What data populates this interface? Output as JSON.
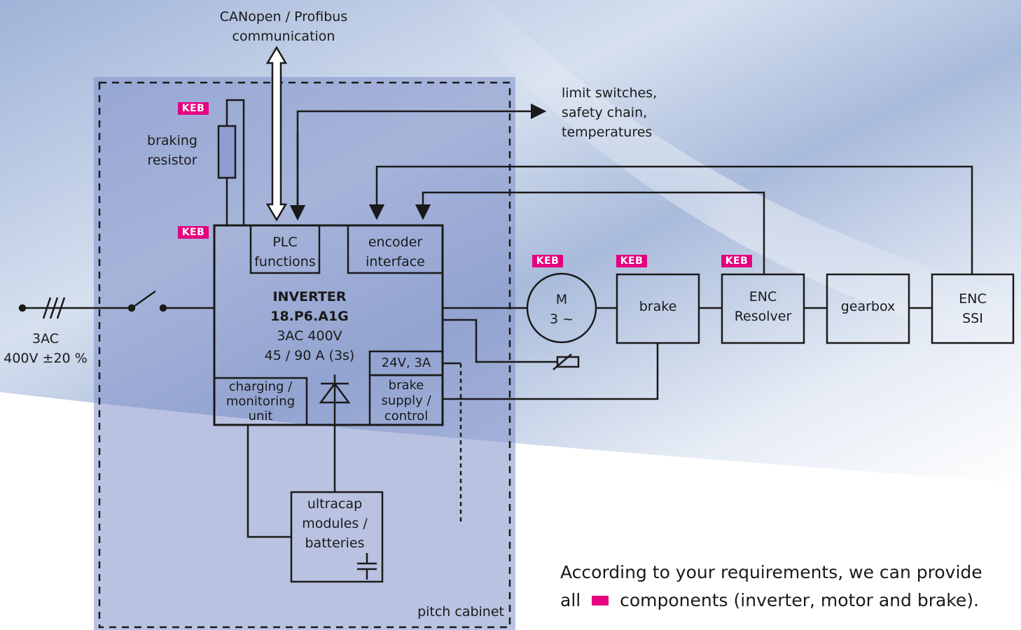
{
  "brand": {
    "logo_text": "KEB",
    "color": "#e4007f"
  },
  "colors": {
    "cabinet_fill": "#7f8fc8",
    "line": "#1a1a1a"
  },
  "labels": {
    "communication": [
      "CANopen / Profibus",
      "communication"
    ],
    "limit": [
      "limit switches,",
      "safety chain,",
      "temperatures"
    ],
    "braking_resistor": [
      "braking",
      "resistor"
    ],
    "plc": [
      "PLC",
      "functions"
    ],
    "encoder_interface": [
      "encoder",
      "interface"
    ],
    "inverter_title": "INVERTER",
    "inverter_model": "18.P6.A1G",
    "inverter_rating": "3AC  400V",
    "inverter_current": "45 / 90 A (3s)",
    "supply_24v": "24V, 3A",
    "brake_supply": [
      "brake",
      "supply /",
      "control"
    ],
    "charging": [
      "charging /",
      "monitoring",
      "unit"
    ],
    "ultracap": [
      "ultracap",
      "modules /",
      "batteries"
    ],
    "mains": [
      "3AC",
      "400V ±20 %"
    ],
    "motor": [
      "M",
      "3 ~"
    ],
    "brake": "brake",
    "enc_resolver": [
      "ENC",
      "Resolver"
    ],
    "gearbox": "gearbox",
    "enc_ssi": [
      "ENC",
      "SSI"
    ],
    "pitch_cabinet": "pitch cabinet"
  },
  "note": {
    "line1": "According to your requirements, we can provide",
    "line2_before": "all",
    "line2_after": "components (inverter, motor and brake)."
  }
}
